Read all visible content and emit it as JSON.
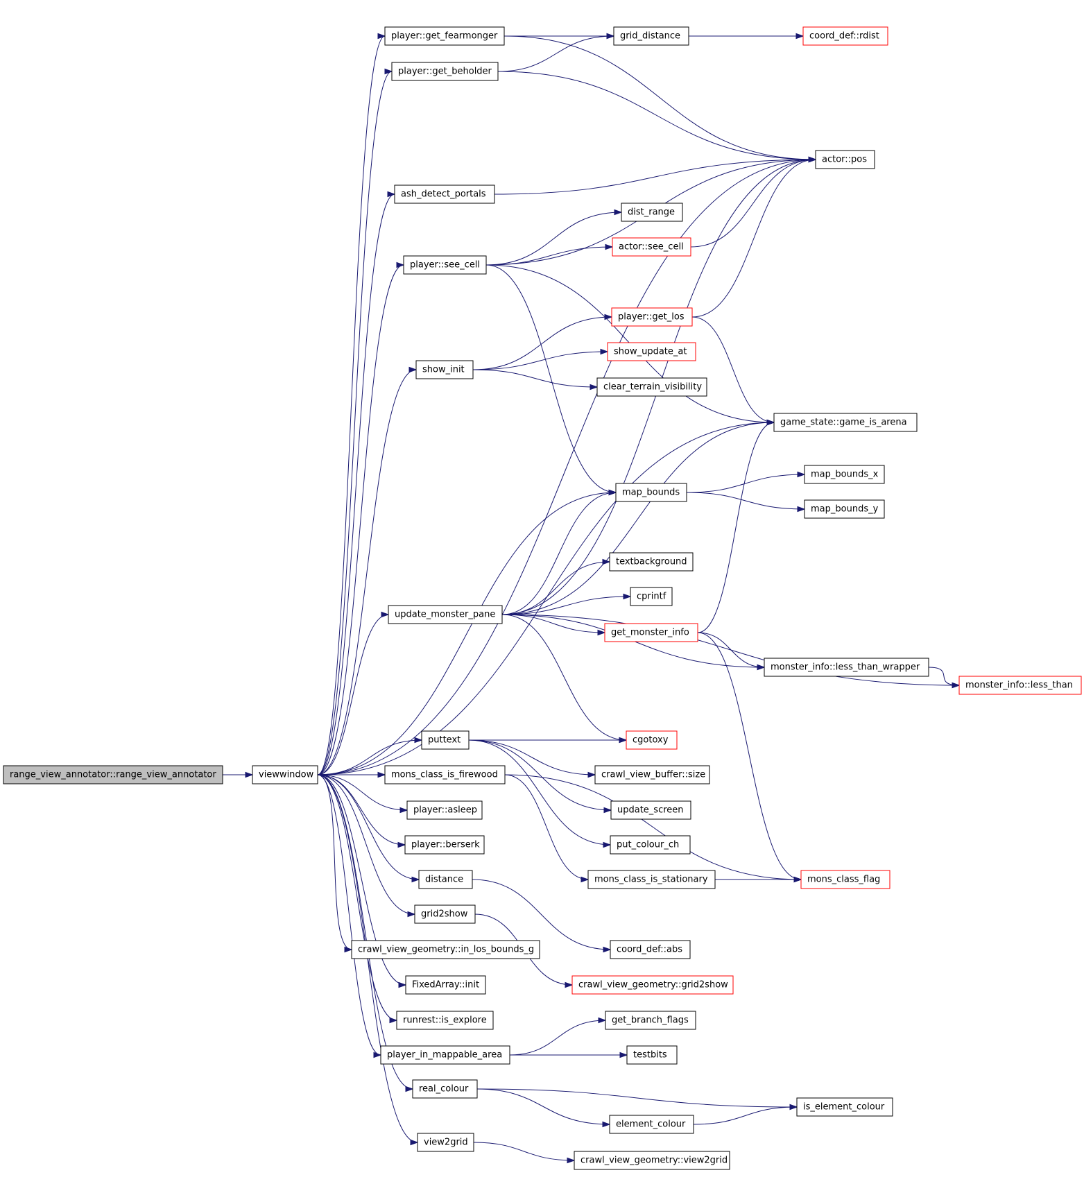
{
  "diagram": {
    "type": "call-graph",
    "colors": {
      "edge": "#191970",
      "normal_border": "#000000",
      "truncated_border": "#ff0000",
      "root_fill": "#bfbfbf"
    },
    "nodes": [
      {
        "id": "root",
        "label": "range_view_annotator::range_view_annotator",
        "style": "root"
      },
      {
        "id": "viewwindow",
        "label": "viewwindow",
        "style": "normal"
      },
      {
        "id": "get_fearmonger",
        "label": "player::get_fearmonger",
        "style": "normal"
      },
      {
        "id": "get_beholder",
        "label": "player::get_beholder",
        "style": "normal"
      },
      {
        "id": "grid_distance",
        "label": "grid_distance",
        "style": "normal"
      },
      {
        "id": "rdist",
        "label": "coord_def::rdist",
        "style": "red"
      },
      {
        "id": "actor_pos",
        "label": "actor::pos",
        "style": "normal"
      },
      {
        "id": "ash_detect_portals",
        "label": "ash_detect_portals",
        "style": "normal"
      },
      {
        "id": "dist_range",
        "label": "dist_range",
        "style": "normal"
      },
      {
        "id": "actor_see_cell",
        "label": "actor::see_cell",
        "style": "red"
      },
      {
        "id": "player_see_cell",
        "label": "player::see_cell",
        "style": "normal"
      },
      {
        "id": "player_get_los",
        "label": "player::get_los",
        "style": "red"
      },
      {
        "id": "show_update_at",
        "label": "show_update_at",
        "style": "red"
      },
      {
        "id": "show_init",
        "label": "show_init",
        "style": "normal"
      },
      {
        "id": "clear_terrain_visibility",
        "label": "clear_terrain_visibility",
        "style": "normal"
      },
      {
        "id": "game_is_arena",
        "label": "game_state::game_is_arena",
        "style": "normal"
      },
      {
        "id": "map_bounds_x",
        "label": "map_bounds_x",
        "style": "normal"
      },
      {
        "id": "map_bounds",
        "label": "map_bounds",
        "style": "normal"
      },
      {
        "id": "map_bounds_y",
        "label": "map_bounds_y",
        "style": "normal"
      },
      {
        "id": "textbackground",
        "label": "textbackground",
        "style": "normal"
      },
      {
        "id": "cprintf",
        "label": "cprintf",
        "style": "normal"
      },
      {
        "id": "update_monster_pane",
        "label": "update_monster_pane",
        "style": "normal"
      },
      {
        "id": "get_monster_info",
        "label": "get_monster_info",
        "style": "red"
      },
      {
        "id": "less_than_wrapper",
        "label": "monster_info::less_than_wrapper",
        "style": "normal"
      },
      {
        "id": "less_than",
        "label": "monster_info::less_than",
        "style": "red"
      },
      {
        "id": "puttext",
        "label": "puttext",
        "style": "normal"
      },
      {
        "id": "cgotoxy",
        "label": "cgotoxy",
        "style": "red"
      },
      {
        "id": "mons_class_is_firewood",
        "label": "mons_class_is_firewood",
        "style": "normal"
      },
      {
        "id": "crawl_view_buffer_size",
        "label": "crawl_view_buffer::size",
        "style": "normal"
      },
      {
        "id": "player_asleep",
        "label": "player::asleep",
        "style": "normal"
      },
      {
        "id": "update_screen",
        "label": "update_screen",
        "style": "normal"
      },
      {
        "id": "player_berserk",
        "label": "player::berserk",
        "style": "normal"
      },
      {
        "id": "put_colour_ch",
        "label": "put_colour_ch",
        "style": "normal"
      },
      {
        "id": "distance",
        "label": "distance",
        "style": "normal"
      },
      {
        "id": "mons_class_is_stationary",
        "label": "mons_class_is_stationary",
        "style": "normal"
      },
      {
        "id": "mons_class_flag",
        "label": "mons_class_flag",
        "style": "red"
      },
      {
        "id": "grid2show",
        "label": "grid2show",
        "style": "normal"
      },
      {
        "id": "in_los_bounds_g",
        "label": "crawl_view_geometry::in_los_bounds_g",
        "style": "normal"
      },
      {
        "id": "coord_def_abs",
        "label": "coord_def::abs",
        "style": "normal"
      },
      {
        "id": "fixedarray_init",
        "label": "FixedArray::init",
        "style": "normal"
      },
      {
        "id": "cvg_grid2show",
        "label": "crawl_view_geometry::grid2show",
        "style": "red"
      },
      {
        "id": "is_explore",
        "label": "runrest::is_explore",
        "style": "normal"
      },
      {
        "id": "get_branch_flags",
        "label": "get_branch_flags",
        "style": "normal"
      },
      {
        "id": "player_in_mappable_area",
        "label": "player_in_mappable_area",
        "style": "normal"
      },
      {
        "id": "testbits",
        "label": "testbits",
        "style": "normal"
      },
      {
        "id": "real_colour",
        "label": "real_colour",
        "style": "normal"
      },
      {
        "id": "is_element_colour",
        "label": "is_element_colour",
        "style": "normal"
      },
      {
        "id": "element_colour",
        "label": "element_colour",
        "style": "normal"
      },
      {
        "id": "view2grid",
        "label": "view2grid",
        "style": "normal"
      },
      {
        "id": "cvg_view2grid",
        "label": "crawl_view_geometry::view2grid",
        "style": "normal"
      }
    ],
    "edges": [
      [
        "root",
        "viewwindow"
      ],
      [
        "viewwindow",
        "get_fearmonger"
      ],
      [
        "viewwindow",
        "get_beholder"
      ],
      [
        "viewwindow",
        "actor_pos"
      ],
      [
        "viewwindow",
        "ash_detect_portals"
      ],
      [
        "viewwindow",
        "player_see_cell"
      ],
      [
        "viewwindow",
        "show_init"
      ],
      [
        "viewwindow",
        "game_is_arena"
      ],
      [
        "viewwindow",
        "map_bounds"
      ],
      [
        "viewwindow",
        "update_monster_pane"
      ],
      [
        "viewwindow",
        "puttext"
      ],
      [
        "viewwindow",
        "mons_class_is_firewood"
      ],
      [
        "viewwindow",
        "player_asleep"
      ],
      [
        "viewwindow",
        "player_berserk"
      ],
      [
        "viewwindow",
        "distance"
      ],
      [
        "viewwindow",
        "grid2show"
      ],
      [
        "viewwindow",
        "in_los_bounds_g"
      ],
      [
        "viewwindow",
        "fixedarray_init"
      ],
      [
        "viewwindow",
        "is_explore"
      ],
      [
        "viewwindow",
        "player_in_mappable_area"
      ],
      [
        "viewwindow",
        "real_colour"
      ],
      [
        "viewwindow",
        "view2grid"
      ],
      [
        "get_fearmonger",
        "grid_distance"
      ],
      [
        "get_fearmonger",
        "actor_pos"
      ],
      [
        "get_beholder",
        "grid_distance"
      ],
      [
        "get_beholder",
        "actor_pos"
      ],
      [
        "grid_distance",
        "rdist"
      ],
      [
        "ash_detect_portals",
        "actor_pos"
      ],
      [
        "player_see_cell",
        "actor_pos"
      ],
      [
        "player_see_cell",
        "dist_range"
      ],
      [
        "player_see_cell",
        "actor_see_cell"
      ],
      [
        "player_see_cell",
        "game_is_arena"
      ],
      [
        "player_see_cell",
        "map_bounds"
      ],
      [
        "actor_see_cell",
        "actor_pos"
      ],
      [
        "player_get_los",
        "actor_pos"
      ],
      [
        "player_get_los",
        "game_is_arena"
      ],
      [
        "show_init",
        "player_get_los"
      ],
      [
        "show_init",
        "show_update_at"
      ],
      [
        "show_init",
        "clear_terrain_visibility"
      ],
      [
        "map_bounds",
        "map_bounds_x"
      ],
      [
        "map_bounds",
        "map_bounds_y"
      ],
      [
        "update_monster_pane",
        "actor_pos"
      ],
      [
        "update_monster_pane",
        "game_is_arena"
      ],
      [
        "update_monster_pane",
        "map_bounds"
      ],
      [
        "update_monster_pane",
        "textbackground"
      ],
      [
        "update_monster_pane",
        "cprintf"
      ],
      [
        "update_monster_pane",
        "get_monster_info"
      ],
      [
        "update_monster_pane",
        "less_than_wrapper"
      ],
      [
        "update_monster_pane",
        "less_than"
      ],
      [
        "update_monster_pane",
        "cgotoxy"
      ],
      [
        "get_monster_info",
        "game_is_arena"
      ],
      [
        "get_monster_info",
        "less_than_wrapper"
      ],
      [
        "get_monster_info",
        "mons_class_flag"
      ],
      [
        "less_than_wrapper",
        "less_than"
      ],
      [
        "puttext",
        "cgotoxy"
      ],
      [
        "puttext",
        "crawl_view_buffer_size"
      ],
      [
        "puttext",
        "update_screen"
      ],
      [
        "puttext",
        "put_colour_ch"
      ],
      [
        "mons_class_is_firewood",
        "mons_class_is_stationary"
      ],
      [
        "mons_class_is_firewood",
        "mons_class_flag"
      ],
      [
        "mons_class_is_stationary",
        "mons_class_flag"
      ],
      [
        "distance",
        "coord_def_abs"
      ],
      [
        "grid2show",
        "cvg_grid2show"
      ],
      [
        "player_in_mappable_area",
        "get_branch_flags"
      ],
      [
        "player_in_mappable_area",
        "testbits"
      ],
      [
        "real_colour",
        "is_element_colour"
      ],
      [
        "real_colour",
        "element_colour"
      ],
      [
        "element_colour",
        "is_element_colour"
      ],
      [
        "view2grid",
        "cvg_view2grid"
      ]
    ]
  }
}
